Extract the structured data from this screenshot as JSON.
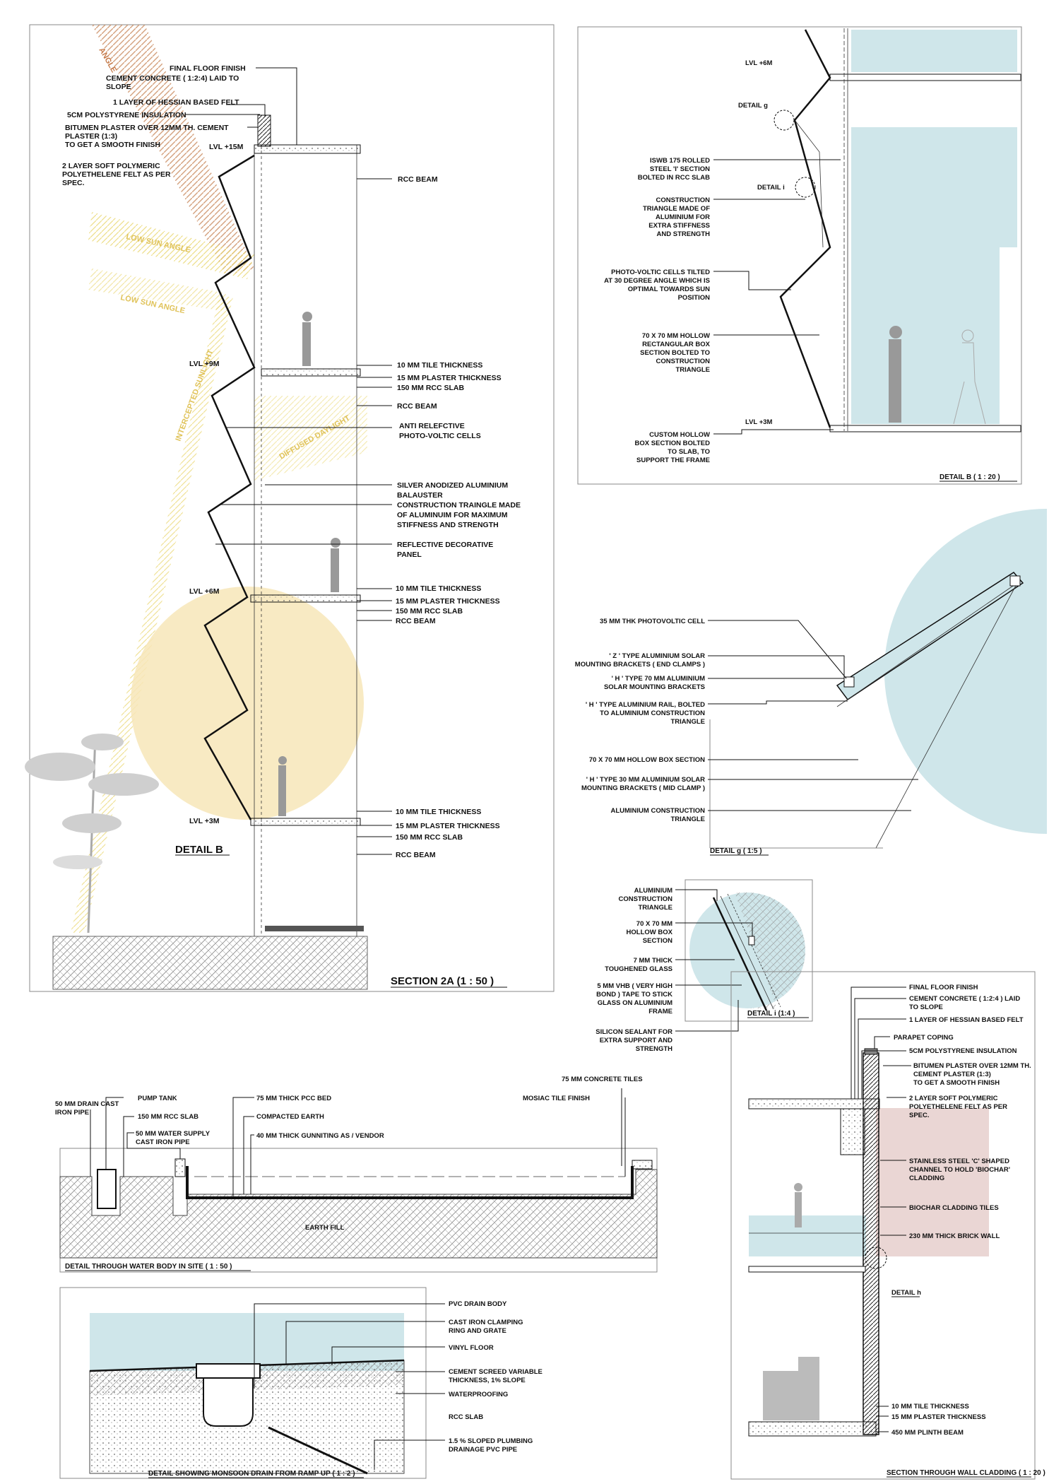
{
  "section_2a": {
    "title": "SECTION 2A  (1 : 50 )",
    "detail_b_marker": "DETAIL B",
    "sun_labels": {
      "high": "ANGLE",
      "low1": "LOW SUN ANGLE",
      "low2": "LOW SUN ANGLE",
      "intercepted": "INTERCEPTED SUNLIGHT",
      "diffused": "DIFFUSED DAYLIGHT"
    },
    "levels": [
      "LVL +15M",
      "LVL +9M",
      "LVL +6M",
      "LVL +3M"
    ],
    "left_notes": [
      "FINAL FLOOR FINISH",
      "CEMENT CONCRETE ( 1:2:4) LAID TO",
      "SLOPE",
      "1 LAYER OF HESSIAN BASED FELT",
      "5CM POLYSTYRENE INSULATION",
      "BITUMEN PLASTER OVER 12MM TH. CEMENT",
      "PLASTER (1:3)",
      "TO GET A SMOOTH FINISH",
      "2 LAYER SOFT POLYMERIC",
      "POLYETHELENE FELT AS PER",
      "SPEC."
    ],
    "right_notes": [
      "RCC BEAM",
      "10 MM TILE THICKNESS",
      "15 MM PLASTER THICKNESS",
      "150 MM RCC SLAB",
      "RCC BEAM",
      "ANTI RELEFCTIVE",
      "PHOTO-VOLTIC CELLS",
      "SILVER ANODIZED ALUMINIUM",
      "BALAUSTER",
      "CONSTRUCTION TRAINGLE MADE",
      "OF ALUMINUIM FOR MAXIMUM",
      "STIFFNESS AND STRENGTH",
      "REFLECTIVE DECORATIVE",
      "PANEL",
      "10 MM TILE THICKNESS",
      "15 MM PLASTER THICKNESS",
      "150 MM RCC SLAB",
      "RCC BEAM",
      "10 MM TILE THICKNESS",
      "15 MM PLASTER THICKNESS",
      "150 MM RCC SLAB",
      "RCC BEAM"
    ]
  },
  "detail_b": {
    "title": "DETAIL B ( 1 : 20 )",
    "levels": [
      "LVL +6M",
      "LVL +3M"
    ],
    "markers": [
      "DETAIL g",
      "DETAIL i"
    ],
    "notes": [
      "ISWB 175 ROLLED",
      "STEEL 'I' SECTION",
      "BOLTED IN RCC SLAB",
      "CONSTRUCTION",
      "TRIANGLE MADE OF",
      "ALUMINIUM FOR",
      "EXTRA STIFFNESS",
      "AND STRENGTH",
      "PHOTO-VOLTIC CELLS TILTED",
      "AT 30 DEGREE ANGLE WHICH IS",
      "OPTIMAL TOWARDS SUN",
      "POSITION",
      "70 X 70 MM HOLLOW",
      "RECTANGULAR BOX",
      "SECTION BOLTED TO",
      "CONSTRUCTION",
      "TRIANGLE",
      "CUSTOM HOLLOW",
      "BOX SECTION BOLTED",
      "TO SLAB, TO",
      "SUPPORT THE FRAME"
    ]
  },
  "detail_g": {
    "title": "DETAIL g ( 1:5 )",
    "notes": [
      "35 MM THK PHOTOVOLTIC CELL",
      "' Z ' TYPE ALUMINIUM SOLAR",
      "MOUNTING BRACKETS ( END CLAMPS )",
      "' H ' TYPE 70 MM ALUMINIUM",
      "SOLAR MOUNTING BRACKETS",
      "' H ' TYPE ALUMINIUM RAIL, BOLTED",
      "TO ALUMINIUM CONSTRUCTION",
      "TRIANGLE",
      "70 X 70 MM HOLLOW BOX SECTION",
      "' H ' TYPE 30 MM ALUMINIUM SOLAR",
      "MOUNTING BRACKETS ( MID CLAMP )",
      "ALUMINIUM CONSTRUCTION",
      "TRIANGLE"
    ]
  },
  "detail_i": {
    "title": "DETAIL i (1:4 )",
    "notes": [
      "ALUMINIUM",
      "CONSTRUCTION",
      "TRIANGLE",
      "70 X 70 MM",
      "HOLLOW BOX",
      "SECTION",
      "7 MM THICK",
      "TOUGHENED GLASS",
      "5 MM VHB ( VERY HIGH",
      "BOND ) TAPE TO STICK",
      "GLASS ON ALUMINIUM",
      "FRAME",
      "SILICON SEALANT FOR",
      "EXTRA SUPPORT AND",
      "STRENGTH"
    ]
  },
  "water_body": {
    "title": "DETAIL THROUGH WATER BODY IN SITE ( 1 : 50 )",
    "earth_fill": "EARTH FILL",
    "notes": [
      "50 MM DRAIN CAST",
      "IRON PIPE",
      "PUMP TANK",
      "150 MM RCC SLAB",
      "50 MM WATER SUPPLY",
      "CAST IRON PIPE",
      "75 MM THICK PCC BED",
      "COMPACTED EARTH",
      "40 MM THICK GUNNITING AS / VENDOR",
      "75 MM CONCRETE TILES",
      "MOSIAC TILE FINISH"
    ]
  },
  "monsoon_drain": {
    "title": "DETAIL SHOWING MONSOON DRAIN FROM RAMP UP ( 1 : 2 )",
    "notes": [
      "PVC DRAIN BODY",
      "CAST IRON CLAMPING",
      "RING AND GRATE",
      "VINYL FLOOR",
      "CEMENT SCREED VARIABLE",
      "THICKNESS, 1% SLOPE",
      "WATERPROOFING",
      "RCC SLAB",
      "1.5 % SLOPED PLUMBING",
      "DRAINAGE PVC PIPE"
    ]
  },
  "wall_cladding": {
    "title": "SECTION THROUGH WALL CLADDING ( 1 : 20 )",
    "marker": "DETAIL h",
    "notes": [
      "FINAL FLOOR FINISH",
      "CEMENT CONCRETE ( 1:2:4 ) LAID",
      "TO SLOPE",
      "1 LAYER OF HESSIAN BASED FELT",
      "PARAPET COPING",
      "5CM POLYSTYRENE INSULATION",
      "BITUMEN PLASTER OVER 12MM TH.",
      "CEMENT PLASTER (1:3)",
      "TO GET A SMOOTH FINISH",
      "2 LAYER SOFT POLYMERIC",
      "POLYETHELENE FELT AS PER",
      "SPEC.",
      "STAINLESS STEEL 'C' SHAPED",
      "CHANNEL TO HOLD 'BIOCHAR'",
      "CLADDING",
      "BIOCHAR CLADDING TILES",
      "230 MM THICK BRICK WALL",
      "10 MM TILE THICKNESS",
      "15 MM PLASTER THICKNESS",
      "450 MM PLINTH BEAM"
    ]
  },
  "colors": {
    "water_blue": "#cfe6ea",
    "sun_yellow": "#f7e6b8",
    "high_sun": "#d9a07a",
    "cladding_pink": "#ead6d4"
  }
}
